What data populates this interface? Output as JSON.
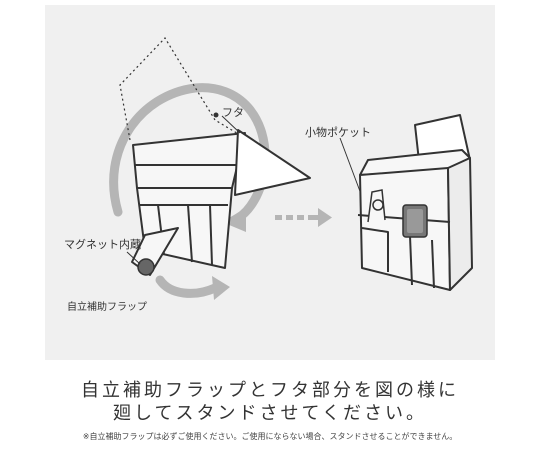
{
  "labels": {
    "lid": "フタ",
    "magnet": "マグネット内蔵",
    "support_flap": "自立補助フラップ",
    "small_pocket": "小物ポケット"
  },
  "caption": {
    "line1": "自立補助フラップとフタ部分を図の様に",
    "line2": "廻してスタンドさせてください。",
    "note": "※自立補助フラップは必ずご使用ください。ご使用にならない場合、スタンドさせることができません。"
  },
  "colors": {
    "panel_bg": "#f0f0f0",
    "line": "#333333",
    "arrow_gray": "#b5b5b5"
  }
}
